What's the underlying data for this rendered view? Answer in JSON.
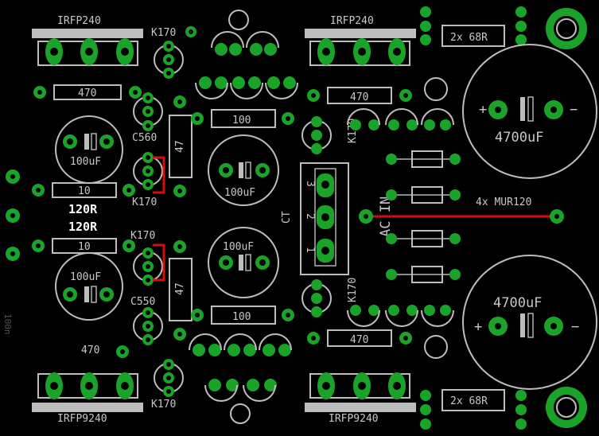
{
  "labels": {
    "irfp240_left": "IRFP240",
    "irfp240_right": "IRFP240",
    "irfp9240_left": "IRFP9240",
    "irfp9240_right": "IRFP9240",
    "k170_a": "K170",
    "k170_b": "K170",
    "k170_c": "K170",
    "k170_d": "K170",
    "k170_e": "K170",
    "k170_f": "K170",
    "c560": "C560",
    "c550": "C550",
    "r470_a": "470",
    "r470_b": "470",
    "r470_c": "470",
    "r470_d": "470",
    "r100_a": "100",
    "r100_b": "100",
    "r10_a": "10",
    "r10_b": "10",
    "r47_a": "47",
    "r47_b": "47",
    "cap100_a": "100uF",
    "cap100_b": "100uF",
    "cap100_c": "100uF",
    "cap100_d": "100uF",
    "cap4700_top": "4700uF",
    "cap4700_bot": "4700uF",
    "res68_top": "2x 68R",
    "res68_bot": "2x 68R",
    "mur": "4x MUR120",
    "acin": "AC IN",
    "ct": "CT",
    "pin1": "1",
    "pin2": "2",
    "pin3": "3",
    "r120_a": "120R",
    "r120_b": "120R",
    "side": "100n"
  }
}
